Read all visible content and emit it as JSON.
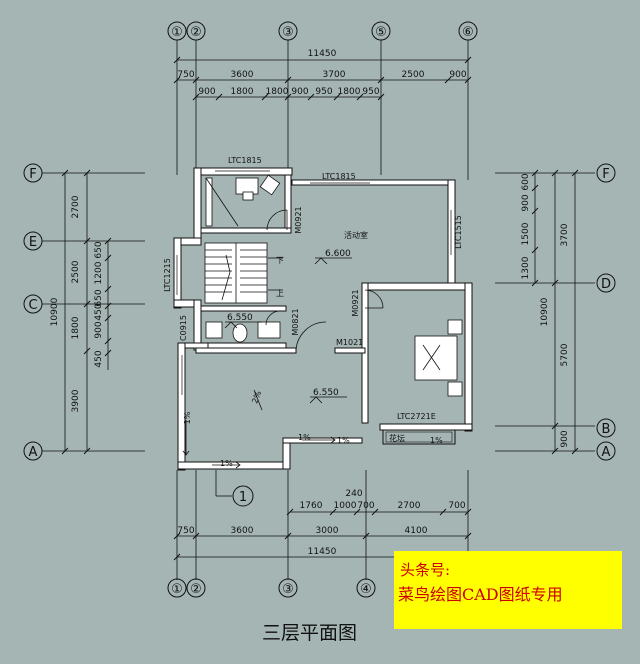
{
  "plan": {
    "title": "三层平面图",
    "axes_top": [
      "①",
      "②",
      "③",
      "⑤",
      "⑥"
    ],
    "axes_bottom": [
      "①",
      "②",
      "③",
      "④"
    ],
    "axes_left": [
      "F",
      "E",
      "C",
      "A"
    ],
    "axes_right": [
      "F",
      "D",
      "B",
      "A"
    ],
    "axis_detail": "1",
    "top_dims": {
      "total": "11450",
      "row1": [
        "750",
        "3600",
        "3700",
        "2500",
        "900"
      ],
      "row2": [
        "900",
        "1800",
        "1800",
        "900",
        "950",
        "1800",
        "950"
      ]
    },
    "bottom_dims": {
      "row1": [
        "1760",
        "1000",
        "700",
        "2700",
        "700"
      ],
      "row1_extra": "240",
      "row2": [
        "750",
        "3600",
        "3000",
        "4100"
      ],
      "total": "11450"
    },
    "left_dims": {
      "total": "10900",
      "outer": [
        "2700",
        "2500",
        "1800",
        "3900"
      ],
      "inner": [
        "650",
        "1200",
        "650",
        "450",
        "900",
        "450"
      ]
    },
    "right_dims": {
      "total": "10900",
      "outer": [
        "3700",
        "5700",
        "900"
      ],
      "inner": [
        "600",
        "900",
        "1500",
        "1300"
      ]
    },
    "windows": [
      "LTC1815",
      "LTC1815",
      "LTC1515",
      "LTC1215",
      "LTC2721E",
      "C0915"
    ],
    "doors": [
      "M0921",
      "M0921",
      "M0821",
      "M1021"
    ],
    "rooms": {
      "activity": "活动室",
      "flower": "花坛"
    },
    "elevations": [
      "6.600",
      "6.550",
      "6.550"
    ],
    "stair": {
      "down": "下",
      "up": "上"
    },
    "slopes": [
      "1%",
      "1%",
      "1%",
      "1%",
      "1%",
      "2%"
    ]
  },
  "watermark": {
    "line1": "头条号:",
    "line2": "菜鸟绘图CAD图纸专用"
  }
}
